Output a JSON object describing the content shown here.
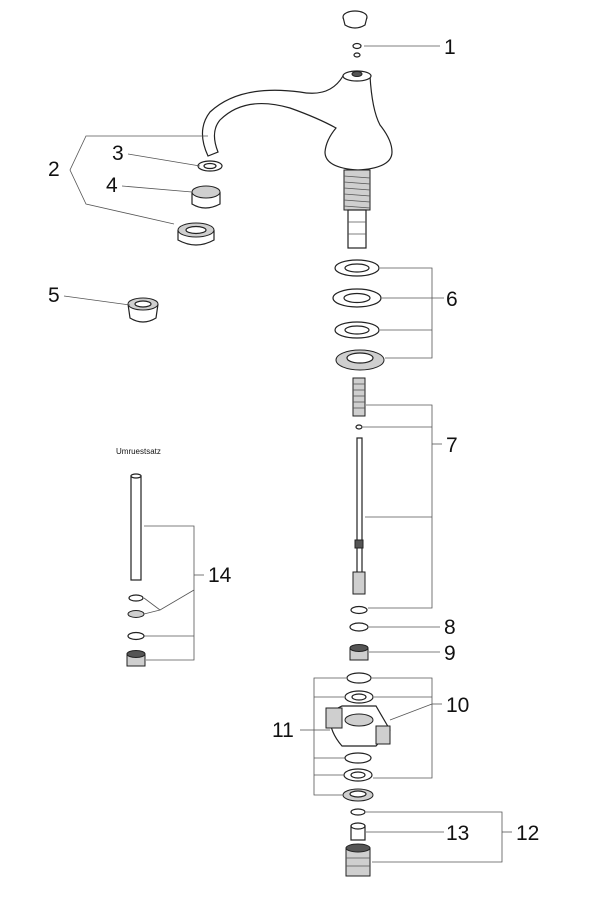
{
  "callouts": [
    "1",
    "2",
    "3",
    "4",
    "5",
    "6",
    "7",
    "8",
    "9",
    "10",
    "11",
    "12",
    "13",
    "14"
  ],
  "kit_label": "Umruestsatz"
}
